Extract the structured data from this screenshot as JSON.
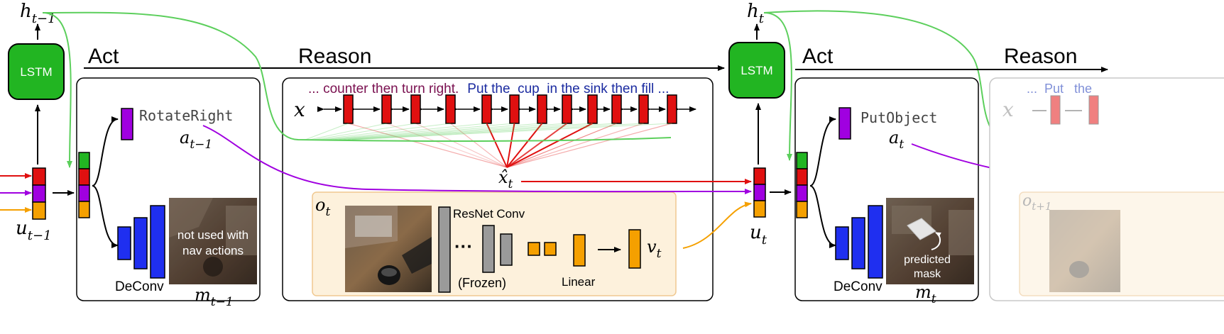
{
  "left": {
    "h_label": "h",
    "h_sub": "t−1",
    "lstm_label": "LSTM",
    "u_label": "u",
    "u_sub": "t−1",
    "act_label": "Act",
    "action_name": "RotateRight",
    "action_var": "a",
    "action_sub": "t−1",
    "deconv_label": "DeConv",
    "mask_var": "m",
    "mask_sub": "t−1",
    "mask_caption_line1": "not used with",
    "mask_caption_line2": "nav actions"
  },
  "reason": {
    "label": "Reason",
    "sentence_part1": "... counter then turn right.",
    "sentence_part2": "Put the  cup  in the sink then fill ...",
    "x_label": "x",
    "xhat_label": "x̂",
    "xhat_sub": "t",
    "obs_label": "o",
    "obs_sub": "t",
    "resnet_label": "ResNet Conv",
    "frozen_label": "(Frozen)",
    "linear_label": "Linear",
    "v_label": "v",
    "v_sub": "t"
  },
  "right": {
    "h_label": "h",
    "h_sub": "t",
    "lstm_label": "LSTM",
    "u_label": "u",
    "u_sub": "t",
    "act_label": "Act",
    "action_name": "PutObject",
    "action_var": "a",
    "action_sub": "t",
    "deconv_label": "DeConv",
    "mask_var": "m",
    "mask_sub": "t",
    "mask_caption_line1": "predicted",
    "mask_caption_line2": "mask"
  },
  "faded": {
    "reason_label": "Reason",
    "sentence": "...  Put   the",
    "x_label": "x",
    "obs_label": "o",
    "obs_sub": "t+1"
  },
  "colors": {
    "lstm_green": "#22b522",
    "green_line": "#5ccf5c",
    "attn_red": "#e01010",
    "purple": "#a000e0",
    "orange": "#f5a000",
    "deconv_blue": "#1f2ff0",
    "sentence_purple": "#7a1050",
    "sentence_blue": "#1a2aa0",
    "obs_bg": "#fdf1dc"
  }
}
